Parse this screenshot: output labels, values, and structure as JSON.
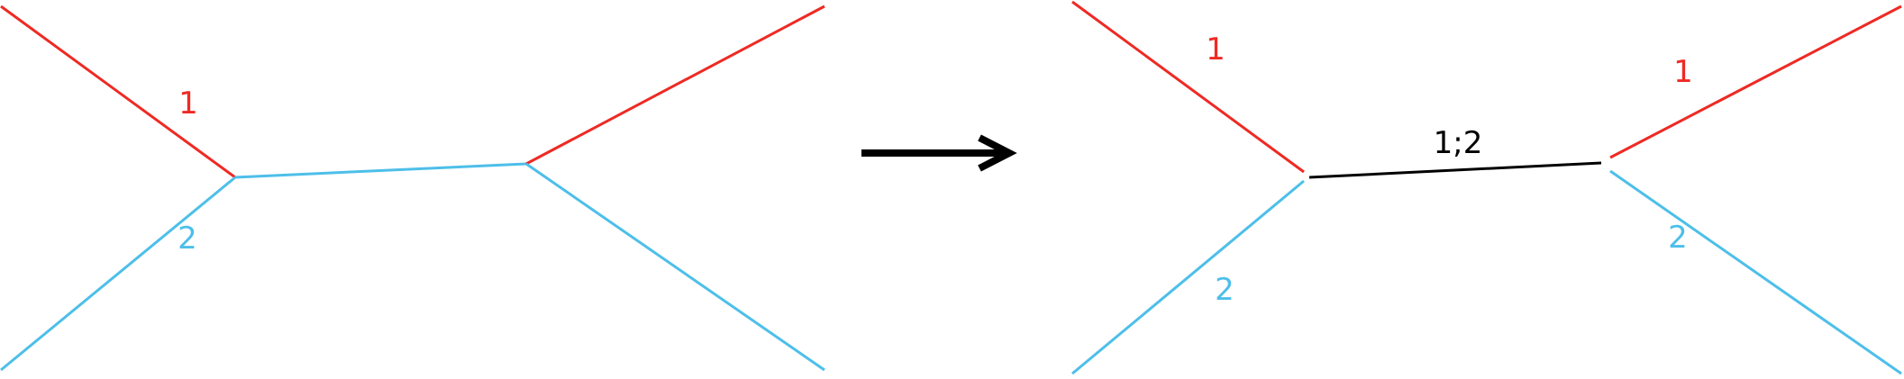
{
  "colors": {
    "red": "#ee2a24",
    "blue": "#4dbfe9",
    "black": "#000000"
  },
  "before": {
    "labels": {
      "red_branch": "1",
      "blue_branch": "2"
    }
  },
  "arrow": {
    "icon": "right-arrow-icon"
  },
  "after": {
    "labels": {
      "left_red": "1",
      "merged_edge": "1;2",
      "right_red": "1",
      "left_blue": "2",
      "right_blue": "2"
    }
  }
}
